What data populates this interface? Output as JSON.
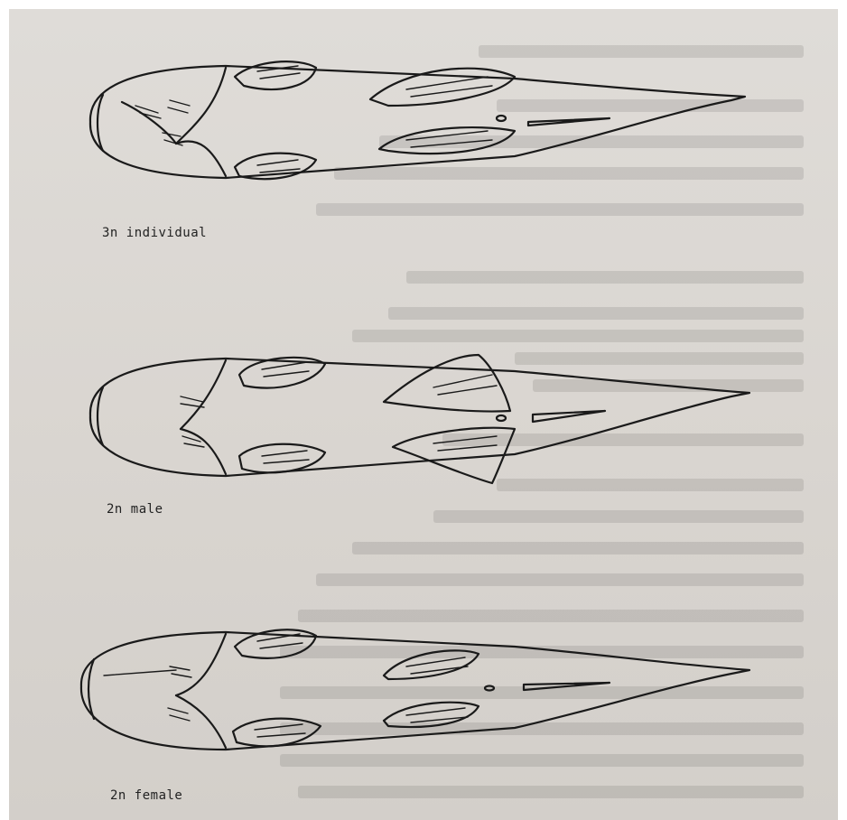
{
  "figures": [
    {
      "label": "3n individual"
    },
    {
      "label": "2n male"
    },
    {
      "label": "2n female"
    }
  ]
}
